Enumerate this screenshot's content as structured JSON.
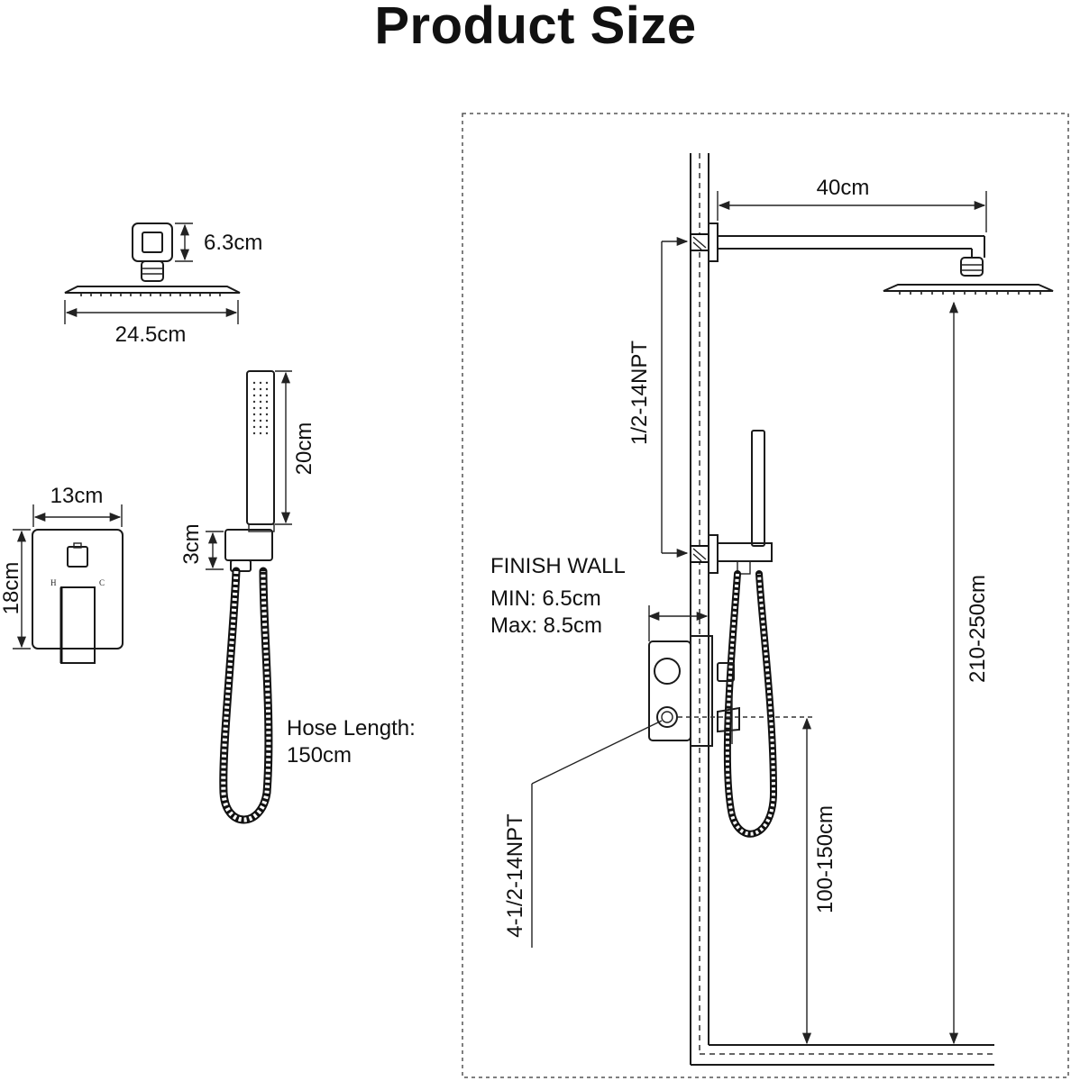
{
  "title": "Product Size",
  "labels": {
    "shower_head_height": "6.3cm",
    "shower_head_width": "24.5cm",
    "handheld_length": "20cm",
    "holder_height": "3cm",
    "valve_width": "13cm",
    "valve_height": "18cm",
    "valve_hot": "H",
    "valve_cold": "C",
    "hose_length_line1": "Hose Length:",
    "hose_length_line2": "150cm",
    "arm_length": "40cm",
    "thread_top": "1/2-14NPT",
    "finish_wall": "FINISH WALL",
    "finish_min": "MIN: 6.5cm",
    "finish_max": "Max: 8.5cm",
    "thread_valve": "4-1/2-14NPT",
    "valve_height_range": "100-150cm",
    "head_height_range": "210-250cm"
  }
}
